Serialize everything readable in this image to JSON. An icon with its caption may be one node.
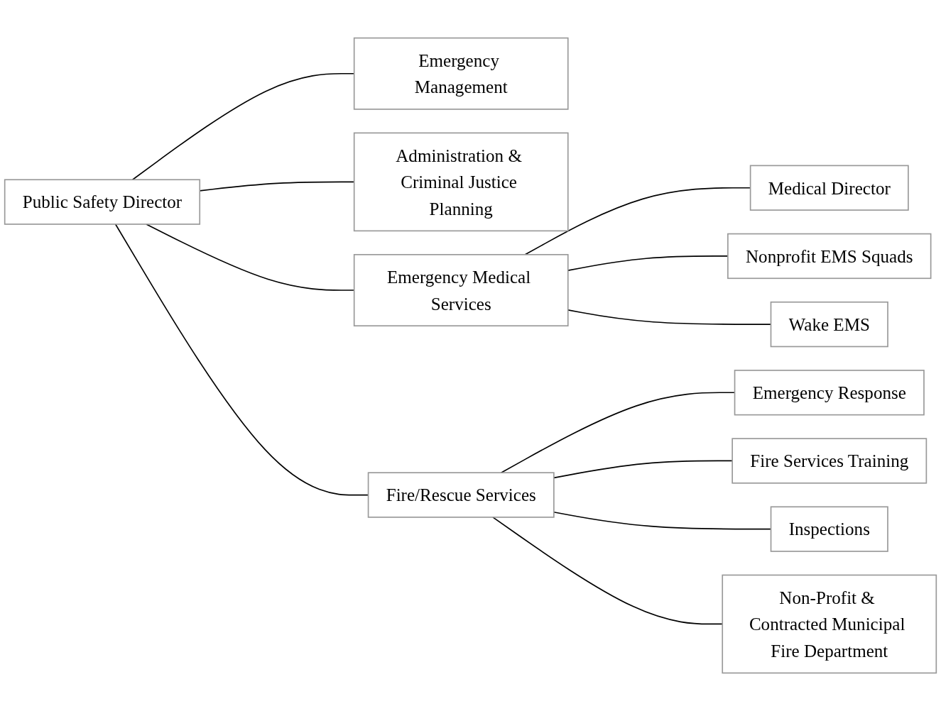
{
  "diagram": {
    "nodes": [
      {
        "text": [
          "Public Safety Director"
        ]
      },
      {
        "text": [
          "Emergency Medical Services"
        ]
      },
      {
        "text": [
          "Fire/Rescue Services"
        ]
      },
      {
        "text": [
          "Emergency Management"
        ]
      },
      {
        "text": [
          "Administration & Criminal Justice Planning"
        ]
      },
      {
        "text": [
          "Medical Director"
        ]
      },
      {
        "text": [
          "Nonprofit EMS Squads"
        ]
      },
      {
        "text": [
          "Wake EMS"
        ]
      },
      {
        "text": [
          "Emergency Response"
        ]
      },
      {
        "text": [
          "Fire Services Training"
        ]
      },
      {
        "text": [
          "Inspections"
        ]
      },
      {
        "text": [
          "Non-Profit & Contracted Municipal Fire Department"
        ]
      }
    ],
    "edges": [
      {
        "from": 0,
        "to": 1,
        "arrow": "none"
      },
      {
        "from": 0,
        "to": 2,
        "arrow": "none"
      },
      {
        "from": 0,
        "to": 3,
        "arrow": "none"
      },
      {
        "from": 0,
        "to": 4,
        "arrow": "none"
      },
      {
        "from": 1,
        "to": 5,
        "arrow": "none"
      },
      {
        "from": 1,
        "to": 6,
        "arrow": "none"
      },
      {
        "from": 1,
        "to": 7,
        "arrow": "none"
      },
      {
        "from": 2,
        "to": 8,
        "arrow": "none"
      },
      {
        "from": 2,
        "to": 9,
        "arrow": "none"
      },
      {
        "from": 2,
        "to": 10,
        "arrow": "none"
      },
      {
        "from": 2,
        "to": 11,
        "arrow": "none"
      }
    ]
  }
}
